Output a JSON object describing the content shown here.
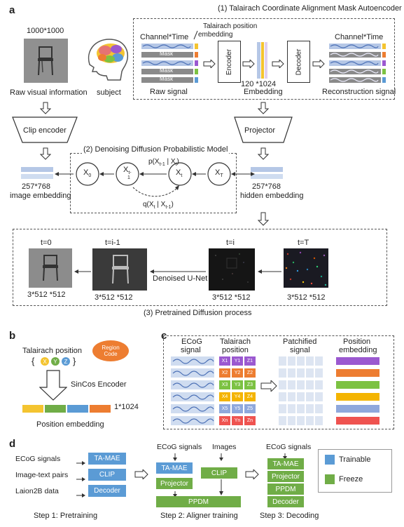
{
  "panel_a": {
    "label": "a",
    "autoencoder_title": "(1) Talairach Coordinate Alignment Mask Autoencoder",
    "raw_size": "1000*1000",
    "raw_label": "Raw visual information",
    "subject_label": "subject",
    "talairach_embedding_label_1": "Talairach position",
    "talairach_embedding_label_2": "embedding",
    "channel_time_in": "Channel*Time",
    "mask_label": "Mask",
    "raw_signal_label": "Raw signal",
    "encoder_label": "Encoder",
    "decoder_label": "Decoder",
    "embedding_size": "120 *1024",
    "embedding_label": "Embedding",
    "channel_time_out": "Channel*Time",
    "reconstruction_label": "Reconstruction signal",
    "clip_encoder_label": "Clip encoder",
    "projector_label": "Projector",
    "ddpm_title": "(2) Denoising Diffusion Probabilistic Model",
    "x0": "X",
    "x0_sub": "0",
    "xt1": "X",
    "xt1_sub": "t-",
    "xt1_sub2": "1",
    "xt": "X",
    "xt_sub": "t",
    "xT": "X",
    "xT_sub": "T",
    "p_label": "p(X",
    "p_label_sub": "t-1",
    "p_label_mid": " | X",
    "p_label_sub2": "t",
    "p_label_end": ")",
    "q_label": "q(X",
    "q_label_sub": "t",
    "q_label_mid": " | X",
    "q_label_sub2": "t-1",
    "q_label_end": ")",
    "image_emb_size": "257*768",
    "image_emb_label": "image embedding",
    "hidden_emb_size": "257*768",
    "hidden_emb_label": "hidden embedding",
    "t0": "t=0",
    "ti1": "t=i-1",
    "ti": "t=i",
    "tT": "t=T",
    "size_512": "3*512 *512",
    "unet_label": "Denoised U-Net",
    "pretrained_title": "(3) Pretrained Diffusion process"
  },
  "panel_b": {
    "label": "b",
    "talairach_label": "Talairach position",
    "brace_open": "{",
    "brace_close": "}",
    "x": "X",
    "y": "Y",
    "z": "Z",
    "region_code_1": "Region",
    "region_code_2": "Code",
    "sincos_label": "SinCos Encoder",
    "dim_label": "1*1024",
    "pos_emb_label": "Position embedding",
    "bar_colors": [
      "#f4c430",
      "#70ad47",
      "#5b9bd5",
      "#ed7d31"
    ]
  },
  "panel_c": {
    "label": "c",
    "ecog_title_1": "ECoG",
    "ecog_title_2": "signal",
    "talairach_title_1": "Talairach",
    "talairach_title_2": "position",
    "patch_title_1": "Patchified",
    "patch_title_2": "signal",
    "pos_title_1": "Position",
    "pos_title_2": "embedding",
    "rows": [
      {
        "x": "X1",
        "y": "Y1",
        "z": "Z1",
        "color": "#9b59d0"
      },
      {
        "x": "X2",
        "y": "Y2",
        "z": "Z2",
        "color": "#ed7d31"
      },
      {
        "x": "X3",
        "y": "Y3",
        "z": "Z3",
        "color": "#7cc242"
      },
      {
        "x": "X4",
        "y": "Y4",
        "z": "Z4",
        "color": "#f4b400"
      },
      {
        "x": "X5",
        "y": "Y5",
        "z": "Z5",
        "color": "#8fa8dc"
      },
      {
        "x": "Xn",
        "y": "Yn",
        "z": "Zn",
        "color": "#ef5350"
      }
    ]
  },
  "panel_d": {
    "label": "d",
    "step1": {
      "rows": [
        {
          "input": "ECoG signals",
          "model": "TA-MAE"
        },
        {
          "input": "Image-text pairs",
          "model": "CLIP"
        },
        {
          "input": "Laion2B data",
          "model": "Decoder"
        }
      ],
      "caption": "Step 1: Pretraining"
    },
    "step2": {
      "ecog": "ECoG signals",
      "images": "Images",
      "tamae": "TA-MAE",
      "projector": "Projector",
      "clip": "CLIP",
      "ppdm": "PPDM",
      "caption": "Step 2: Aligner training"
    },
    "step3": {
      "ecog": "ECoG signals",
      "boxes": [
        "TA-MAE",
        "Projector",
        "PPDM",
        "Decoder"
      ],
      "caption": "Step 3: Decoding"
    },
    "legend": [
      {
        "label": "Trainable",
        "color": "#5b9bd5"
      },
      {
        "label": "Freeze",
        "color": "#70ad47"
      }
    ]
  }
}
